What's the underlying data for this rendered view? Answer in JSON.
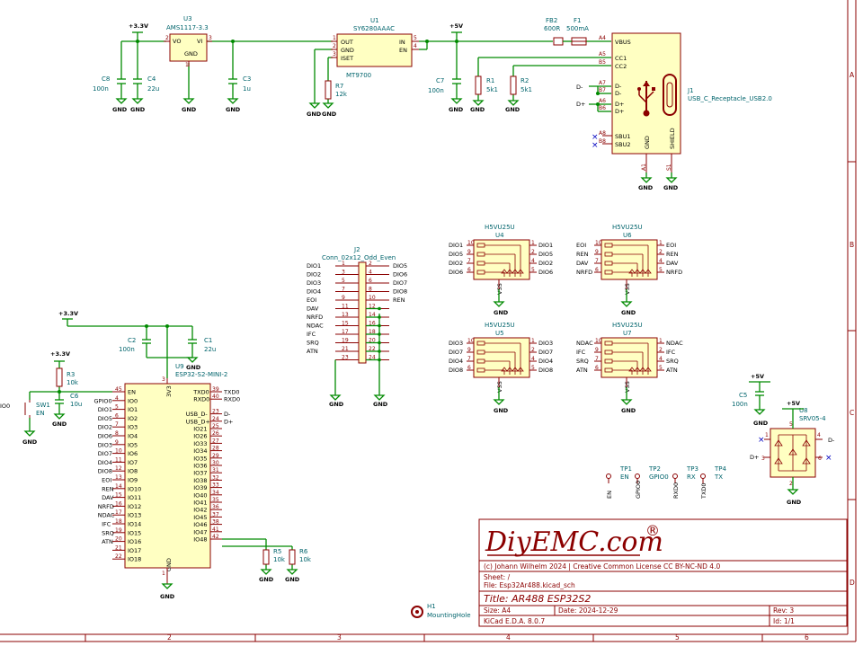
{
  "title_block": {
    "logo": "DiyEMC.com",
    "registered": "®",
    "license": "(c) Johann Wilhelm 2024 | Creative Common License CC BY-NC-ND 4.0",
    "sheet": "Sheet: /",
    "file": "File: Esp32Ar488.kicad_sch",
    "title": "Title: AR488 ESP32S2",
    "size": "Size: A4",
    "date": "Date: 2024-12-29",
    "rev": "Rev: 3",
    "tool": "KiCad E.D.A. 8.0.7",
    "id": "Id: 1/1"
  },
  "frame": {
    "cols": [
      "2",
      "3",
      "4",
      "5",
      "6"
    ],
    "rows": [
      "A",
      "B",
      "C",
      "D"
    ]
  },
  "power": {
    "u3": {
      "ref": "U3",
      "value": "AMS1117-3.3",
      "p_vo": "VO",
      "p_vi": "VI",
      "p_gnd": "GND",
      "n2": "2",
      "n3": "3",
      "n1": "1"
    },
    "u1": {
      "ref": "U1",
      "value": "SY6280AAAC",
      "alt": "MT9700",
      "pins": [
        "OUT",
        "GND",
        "ISET",
        "IN",
        "EN"
      ],
      "nums": [
        "1",
        "2",
        "3",
        "5",
        "4"
      ]
    },
    "c8": {
      "ref": "C8",
      "value": "100n"
    },
    "c4": {
      "ref": "C4",
      "value": "22u"
    },
    "c3": {
      "ref": "C3",
      "value": "1u"
    },
    "r7": {
      "ref": "R7",
      "value": "12k"
    },
    "c7": {
      "ref": "C7",
      "value": "100n"
    },
    "r1": {
      "ref": "R1",
      "value": "5k1"
    },
    "r2": {
      "ref": "R2",
      "value": "5k1"
    },
    "fb2": {
      "ref": "FB2",
      "value": "600R"
    },
    "f1": {
      "ref": "F1",
      "value": "500mA"
    },
    "v33": "+3.3V",
    "v5": "+5V",
    "gnd": "GND"
  },
  "usb": {
    "ref": "J1",
    "value": "USB_C_Receptacle_USB2.0",
    "pins": [
      "VBUS",
      "CC1",
      "CC2",
      "D-",
      "D-",
      "D+",
      "D+",
      "SBU1",
      "SBU2"
    ],
    "nums": [
      "A4",
      "A5",
      "B5",
      "A7",
      "B7",
      "A6",
      "B6",
      "A8",
      "B8"
    ],
    "bottom": [
      "GND",
      "SHIELD"
    ],
    "bnums": [
      "A1",
      "S1"
    ],
    "dm": "D-",
    "dp": "D+"
  },
  "conn": {
    "ref": "J2",
    "value": "Conn_02x12_Odd_Even",
    "left": [
      "DIO1",
      "DIO2",
      "DIO3",
      "DIO4",
      "EOI",
      "DAV",
      "NRFD",
      "NDAC",
      "IFC",
      "SRQ",
      "ATN",
      ""
    ],
    "right": [
      "DIO5",
      "DIO6",
      "DIO7",
      "DIO8",
      "REN",
      "",
      "",
      "",
      "",
      "",
      "",
      ""
    ],
    "lnum": [
      "1",
      "3",
      "5",
      "7",
      "9",
      "11",
      "13",
      "15",
      "17",
      "19",
      "21",
      "23"
    ],
    "rnum": [
      "2",
      "4",
      "6",
      "8",
      "10",
      "12",
      "14",
      "16",
      "18",
      "20",
      "22",
      "24"
    ]
  },
  "tvs": [
    {
      "ref": "U4",
      "value": "H5VU25U",
      "left": [
        "DIO1",
        "DIO5",
        "DIO2",
        "DIO6"
      ],
      "right": [
        "DIO1",
        "DIO5",
        "DIO2",
        "DIO6"
      ]
    },
    {
      "ref": "U6",
      "value": "H5VU25U",
      "left": [
        "EOI",
        "REN",
        "DAV",
        "NRFD"
      ],
      "right": [
        "EOI",
        "REN",
        "DAV",
        "NRFD"
      ]
    },
    {
      "ref": "U5",
      "value": "H5VU25U",
      "left": [
        "DIO3",
        "DIO7",
        "DIO4",
        "DIO8"
      ],
      "right": [
        "DIO3",
        "DIO7",
        "DIO4",
        "DIO8"
      ]
    },
    {
      "ref": "U7",
      "value": "H5VU25U",
      "left": [
        "NDAC",
        "IFC",
        "SRQ",
        "ATN"
      ],
      "right": [
        "NDAC",
        "IFC",
        "SRQ",
        "ATN"
      ]
    }
  ],
  "tvs_pins_l": [
    "10",
    "9",
    "7",
    "6"
  ],
  "tvs_pins_r": [
    "1",
    "2",
    "4",
    "5"
  ],
  "vss": "VSS",
  "mcu": {
    "ref": "U9",
    "value": "ESP32-S2-MINI-2",
    "left": [
      "EN",
      "IO0",
      "IO1",
      "IO2",
      "IO3",
      "IO4",
      "IO5",
      "IO6",
      "IO7",
      "IO8",
      "IO9",
      "IO10",
      "IO11",
      "IO12",
      "IO13",
      "IO14",
      "IO15",
      "IO16",
      "IO17",
      "IO18"
    ],
    "lnum": [
      "45",
      "4",
      "5",
      "6",
      "7",
      "8",
      "9",
      "10",
      "11",
      "12",
      "13",
      "14",
      "15",
      "16",
      "17",
      "18",
      "19",
      "20",
      "21",
      "22"
    ],
    "lnet": [
      "EN",
      "GPIO0",
      "DIO1",
      "DIO5",
      "DIO2",
      "DIO6",
      "DIO3",
      "DIO7",
      "DIO4",
      "DIO8",
      "EOI",
      "REN",
      "DAV",
      "NRFD",
      "NDAC",
      "IFC",
      "SRQ",
      "ATN",
      "",
      ""
    ],
    "right": [
      "TXD0",
      "RXD0",
      "",
      "USB_D-",
      "USB_D+",
      "IO21",
      "IO26",
      "IO33",
      "IO34",
      "IO35",
      "IO36",
      "IO37",
      "IO38",
      "IO39",
      "IO40",
      "IO41",
      "IO42",
      "IO45",
      "IO46",
      "IO47",
      "IO48"
    ],
    "rnum": [
      "39",
      "40",
      "",
      "23",
      "24",
      "25",
      "26",
      "27",
      "28",
      "29",
      "30",
      "31",
      "32",
      "33",
      "34",
      "35",
      "36",
      "37",
      "38",
      "41",
      "42"
    ],
    "rnet": [
      "TXD0",
      "RXD0",
      "",
      "D-",
      "D+"
    ],
    "top": "3V3",
    "top_num": "3",
    "bot": "GND",
    "bot_num": "1"
  },
  "mcu_side": {
    "c2": {
      "ref": "C2",
      "value": "100n"
    },
    "c1": {
      "ref": "C1",
      "value": "22u"
    },
    "r3": {
      "ref": "R3",
      "value": "10k"
    },
    "c6": {
      "ref": "C6",
      "value": "10u"
    },
    "sw1": {
      "ref": "SW1",
      "value": "EN"
    },
    "r5": {
      "ref": "R5",
      "value": "10k"
    },
    "r6": {
      "ref": "R6",
      "value": "10k"
    },
    "left_net": "IO0"
  },
  "u8": {
    "ref": "U8",
    "value": "SRV05-4",
    "v5": "+5V",
    "dm": "D-",
    "dp": "D+",
    "pins": [
      "1",
      "3",
      "4",
      "6",
      "5",
      "2"
    ]
  },
  "c5": {
    "ref": "C5",
    "value": "100n"
  },
  "testpoints": [
    {
      "ref": "TP1",
      "value": "EN",
      "net": "EN"
    },
    {
      "ref": "TP2",
      "value": "GPIO0",
      "net": "GPIO0"
    },
    {
      "ref": "TP3",
      "value": "RX",
      "net": "RXD0"
    },
    {
      "ref": "TP4",
      "value": "TX",
      "net": "TXD0"
    }
  ],
  "hole": {
    "ref": "H1",
    "value": "MountingHole"
  }
}
